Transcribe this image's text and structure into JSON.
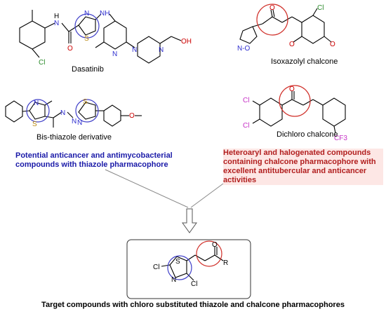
{
  "labels": {
    "dasatinib": "Dasatinib",
    "isoxazolyl": "Isoxazolyl chalcone",
    "bisthiazole": "Bis-thiazole derivative",
    "dichloro": "Dichloro chalcone"
  },
  "notes": {
    "blue": "Potential anticancer and antimycobacterial compounds with thiazole pharmacophore",
    "red": "Heteroaryl and halogenated compounds containing chalcone pharmacophore with excellent antitubercular and anticancer activities"
  },
  "target": {
    "title": "Target compounds with chloro substituted thiazole and chalcone pharmacophores"
  },
  "atoms": {
    "N": "N",
    "H": "H",
    "S": "S",
    "O": "O",
    "Cl": "Cl",
    "R": "R",
    "OH": "OH",
    "NH": "NH",
    "CF3": "CF3",
    "NO": "N-O"
  },
  "colors": {
    "thiazole_circle": "#3f3fc8",
    "chalcone_circle": "#d0302a",
    "heteroatom_blue": "#2f2fd0",
    "halogen": "#c52fc5",
    "blue_text": "#1a1aa8",
    "red_text": "#b11e1e",
    "red_bg": "#fde7e5"
  }
}
